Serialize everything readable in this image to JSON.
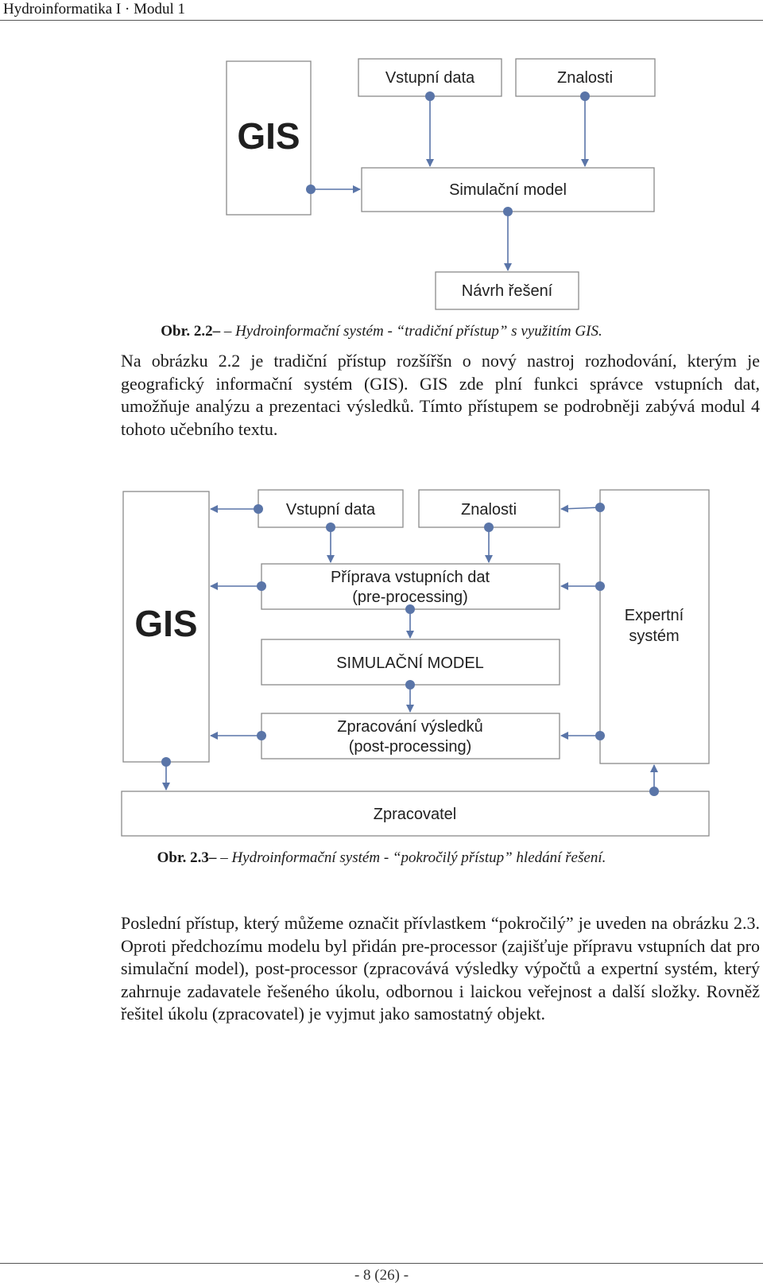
{
  "header": {
    "title": "Hydroinformatika I · Modul 1"
  },
  "figure1": {
    "boxes": {
      "gis": "GIS",
      "vstupni": "Vstupní data",
      "znalosti": "Znalosti",
      "simulacni": "Simulační model",
      "navrh": "Návrh řešení"
    },
    "caption": {
      "number": "Obr. 2.2– ",
      "text": "– Hydroinformační systém - “tradiční přístup” s využitím GIS."
    }
  },
  "paragraph1": "Na obrázku 2.2 je tradiční přístup rozšířšn o nový nastroj rozhodování, kterým je geografický informační systém (GIS). GIS zde plní funkci správce vstupních dat, umožňuje analýzu a prezentaci výsledků. Tímto přístupem se podrobněji zabývá modul 4 tohoto učebního textu.",
  "figure2": {
    "boxes": {
      "gis": "GIS",
      "vstupni": "Vstupní data",
      "znalosti": "Znalosti",
      "priprava_line1": "Příprava vstupních dat",
      "priprava_line2": "(pre-processing)",
      "simulacni": "SIMULAČNÍ  MODEL",
      "zpracovani_line1": "Zpracování výsledků",
      "zpracovani_line2": "(post-processing)",
      "expertni_line1": "Expertní",
      "expertni_line2": "systém",
      "zpracovatel": "Zpracovatel"
    },
    "caption": {
      "number": "Obr. 2.3– ",
      "text": "– Hydroinformační systém - “pokročilý přístup” hledání řešení."
    }
  },
  "paragraph2": "Poslední přístup, který můžeme označit přívlastkem “pokročilý” je uveden na obrázku 2.3. Oproti předchozímu modelu byl přidán pre-processor (zajišťuje přípravu vstupních dat pro simulační model), post-processor (zpracovává výsledky výpočtů a expertní systém, který zahrnuje zadavatele řešeného úkolu, odbornou i laickou veřejnost a další složky. Rovněž řešitel úkolu (zpracovatel) je vyjmut jako samostatný objekt.",
  "footer": {
    "page": "- 8 (26) -"
  }
}
